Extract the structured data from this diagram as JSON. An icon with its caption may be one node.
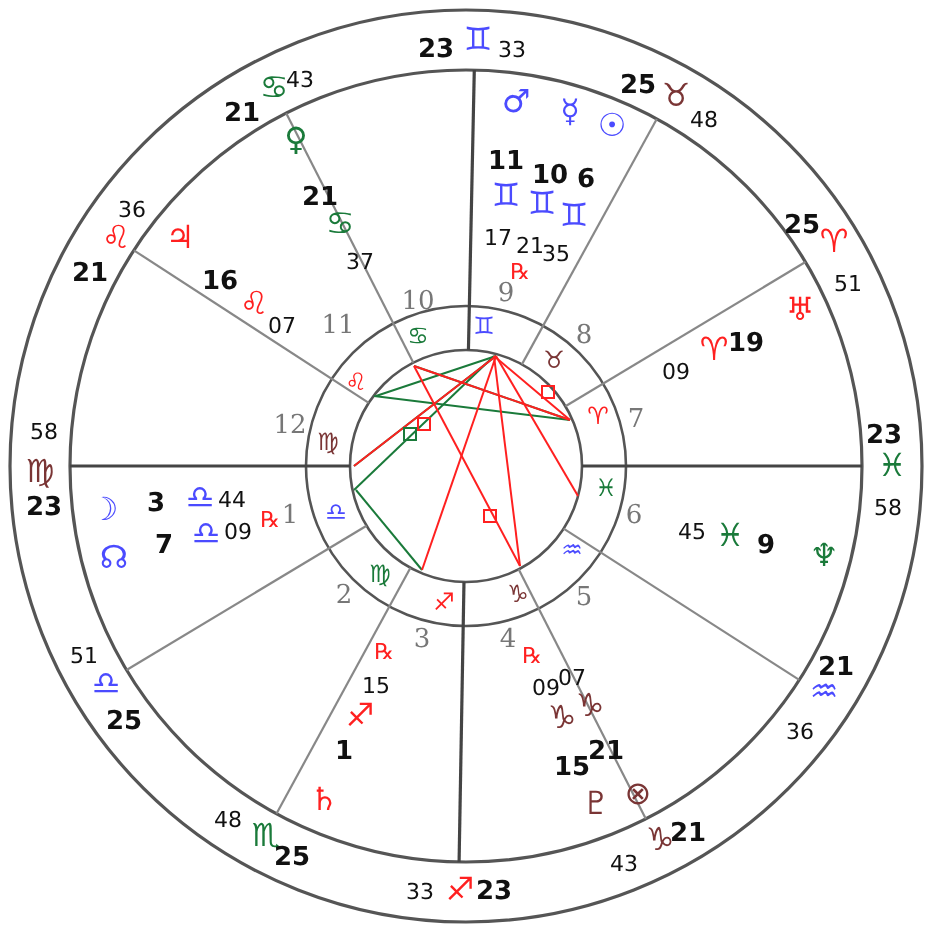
{
  "diagram": {
    "labels": [
      "♊",
      "33",
      "23",
      "♋",
      "43",
      "21",
      "25",
      "♉",
      "48",
      "♂",
      "☿",
      "☉",
      "♀",
      "11",
      "10",
      "6",
      "♊",
      "♊",
      "♊",
      "21",
      "♋",
      "♌",
      "36",
      "♃",
      "25",
      "♈",
      "17",
      "21",
      "35",
      "37",
      "℞",
      "21",
      "16",
      "♌",
      "51",
      "9",
      "10",
      "♅",
      "07",
      "11",
      "♋",
      "♊",
      "8",
      "♉",
      "♈",
      "19",
      "09",
      "♌",
      "♈",
      "7",
      "12",
      "58",
      "23",
      "♍",
      "♍",
      "♓",
      "♓",
      "3",
      "♎",
      "44",
      "23",
      "58",
      "☽",
      "♎",
      "1",
      "6",
      "℞",
      "7",
      "♎",
      "09",
      "45",
      "♓",
      "9",
      "♆",
      "☊",
      "♒",
      "♍",
      "2",
      "5",
      "♑",
      "♐",
      "3",
      "4",
      "℞",
      "℞",
      "51",
      "21",
      "07",
      "♎",
      "15",
      "09",
      "♒",
      "♑",
      "♐",
      "♑",
      "25",
      "36",
      "1",
      "21",
      "15",
      "⊗",
      "♄",
      "♇",
      "48",
      "♏",
      "♑",
      "21",
      "25",
      "43",
      "33",
      "♐",
      "23"
    ]
  }
}
